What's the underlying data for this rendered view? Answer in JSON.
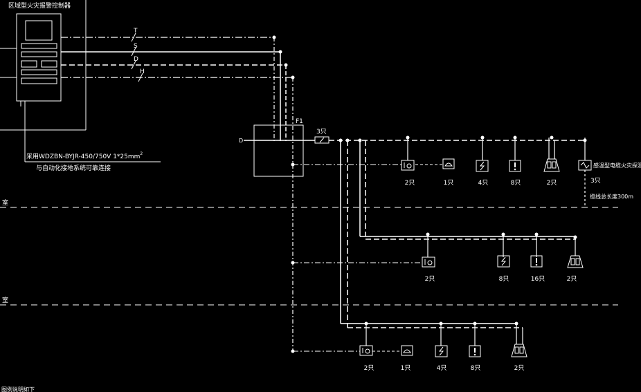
{
  "controller": {
    "title": "区域型火灾报警控制器"
  },
  "bus_lines": [
    {
      "code": "T"
    },
    {
      "code": "S"
    },
    {
      "code": "D"
    },
    {
      "code": "H"
    }
  ],
  "ground_note": {
    "line1": "采用WDZBN-BYJR-450/750V 1*25mm",
    "sup": "2",
    "line2": "与自动化接地系统可靠连接"
  },
  "box": {
    "label": "F1",
    "input_label": "D"
  },
  "isolator": {
    "qty": "3只"
  },
  "floor_labels": [
    {
      "text": "室"
    },
    {
      "text": "室"
    }
  ],
  "row1": {
    "devices": [
      {
        "icon": "manual-alarm-button-icon",
        "qty": "2只"
      },
      {
        "icon": "telephone-jack-icon",
        "qty": "1只"
      },
      {
        "icon": "smoke-detector-icon",
        "qty": "4只"
      },
      {
        "icon": "heat-detector-icon",
        "qty": "8只"
      },
      {
        "icon": "sound-light-alarm-icon",
        "qty": "2只"
      },
      {
        "icon": "linear-beam-detector-icon",
        "qty": "3只"
      }
    ],
    "linear_title": "感温型电缆火灾探测器",
    "linear_length": "缆线总长度300m"
  },
  "row2": {
    "devices": [
      {
        "icon": "manual-alarm-button-icon",
        "qty": "2只"
      },
      {
        "icon": "smoke-detector-icon",
        "qty": "8只"
      },
      {
        "icon": "heat-detector-icon",
        "qty": "16只"
      },
      {
        "icon": "sound-light-alarm-icon",
        "qty": "2只"
      }
    ]
  },
  "row3": {
    "devices": [
      {
        "icon": "manual-alarm-button-icon",
        "qty": "2只"
      },
      {
        "icon": "telephone-jack-icon",
        "qty": "1只"
      },
      {
        "icon": "smoke-detector-icon",
        "qty": "4只"
      },
      {
        "icon": "heat-detector-icon",
        "qty": "8只"
      },
      {
        "icon": "sound-light-alarm-icon",
        "qty": "2只"
      }
    ]
  },
  "footer_note": "图例说明如下"
}
